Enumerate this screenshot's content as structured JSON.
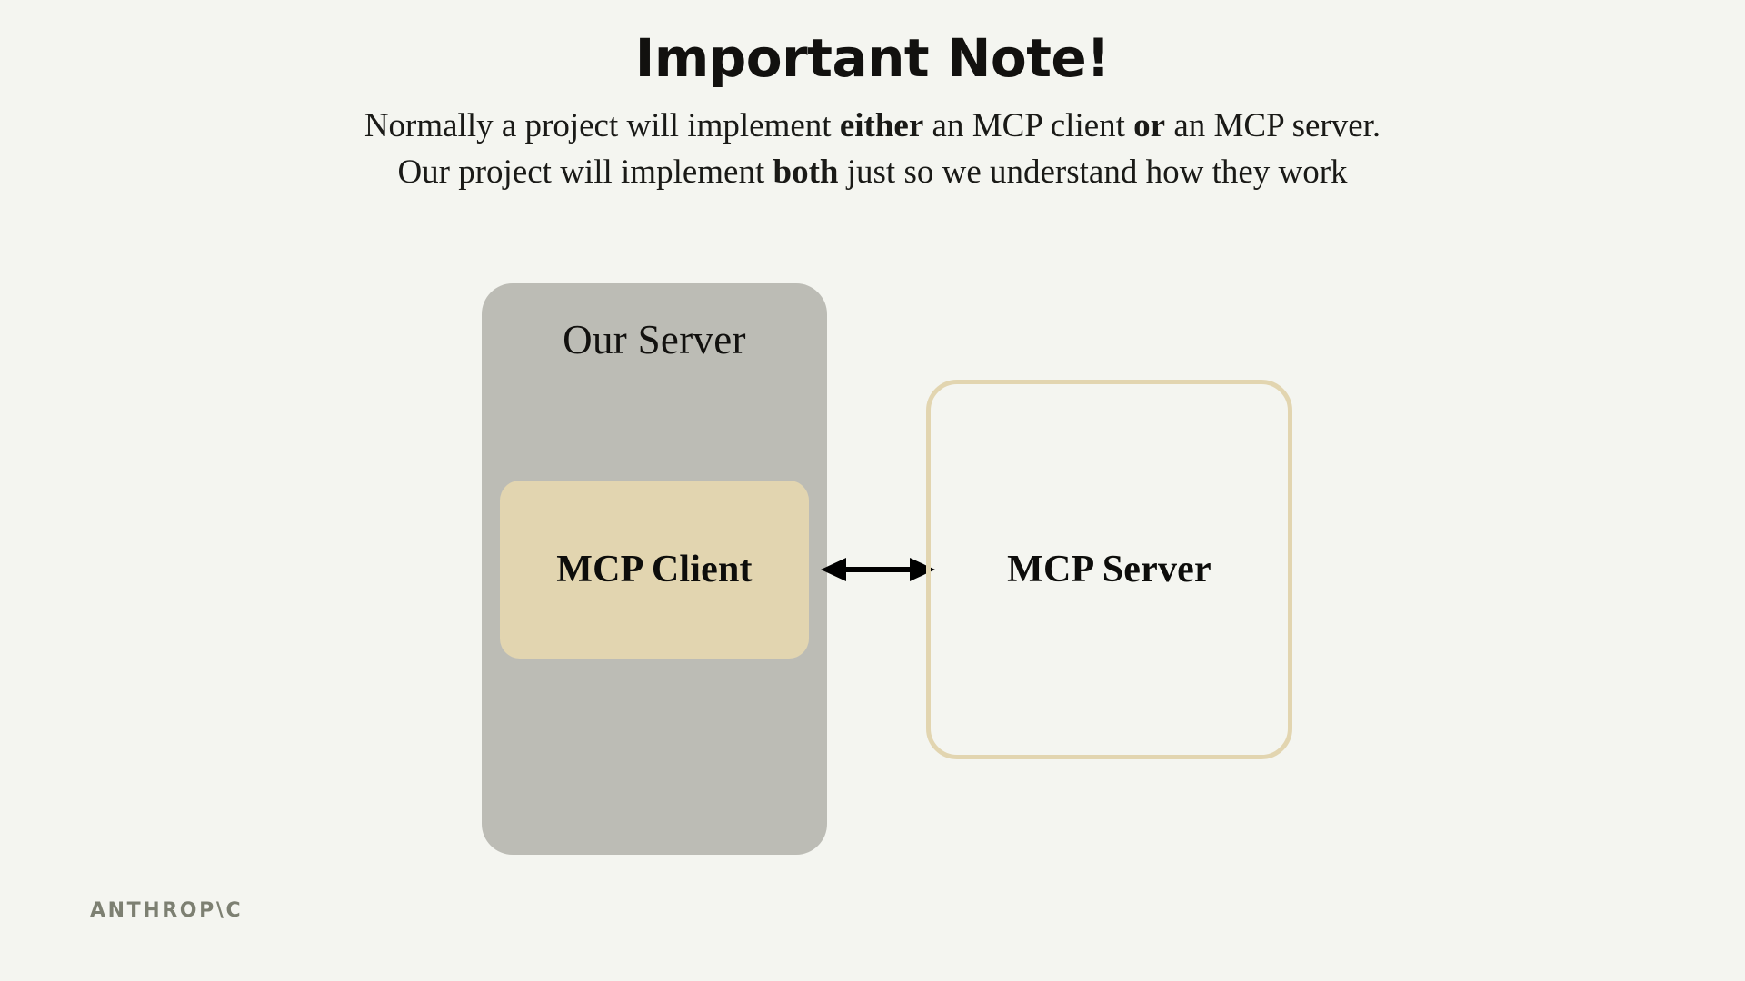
{
  "header": {
    "title": "Important Note!",
    "subtitle_lines": [
      {
        "parts": [
          {
            "text": "Normally a project will implement ",
            "bold": false
          },
          {
            "text": "either",
            "bold": true
          },
          {
            "text": " an MCP client ",
            "bold": false
          },
          {
            "text": "or",
            "bold": true
          },
          {
            "text": " an MCP server.",
            "bold": false
          }
        ]
      },
      {
        "parts": [
          {
            "text": "Our project will implement ",
            "bold": false
          },
          {
            "text": "both",
            "bold": true
          },
          {
            "text": " just so we understand how they work",
            "bold": false
          }
        ]
      }
    ]
  },
  "diagram": {
    "our_server": {
      "label": "Our Server",
      "fill_color": "#BCBCB5"
    },
    "mcp_client": {
      "label": "MCP Client",
      "fill_color": "#E2D5B0"
    },
    "mcp_server": {
      "label": "MCP Server",
      "border_color": "#E2D5B0",
      "fill_color": "transparent"
    },
    "connector": {
      "name": "bidirectional-arrow",
      "color": "#000000"
    }
  },
  "footer": {
    "brand": "ANTHROP\\C",
    "brand_color": "#7D8072"
  },
  "page": {
    "background_color": "#F4F5F0"
  }
}
